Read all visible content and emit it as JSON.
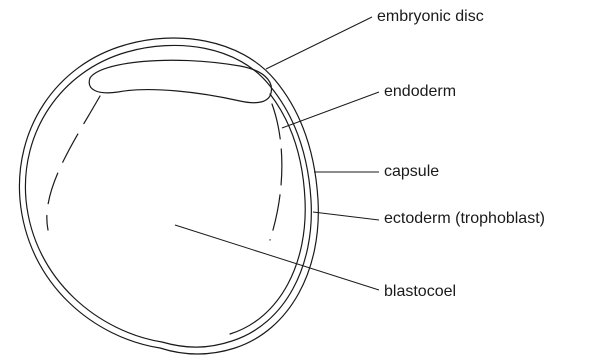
{
  "labels": {
    "embryonic_disc": "embryonic disc",
    "endoderm": "endoderm",
    "capsule": "capsule",
    "ectoderm": "ectoderm (trophoblast)",
    "blastocoel": "blastocoel"
  },
  "colors": {
    "line": "#1a1a1a",
    "background": "#ffffff"
  }
}
